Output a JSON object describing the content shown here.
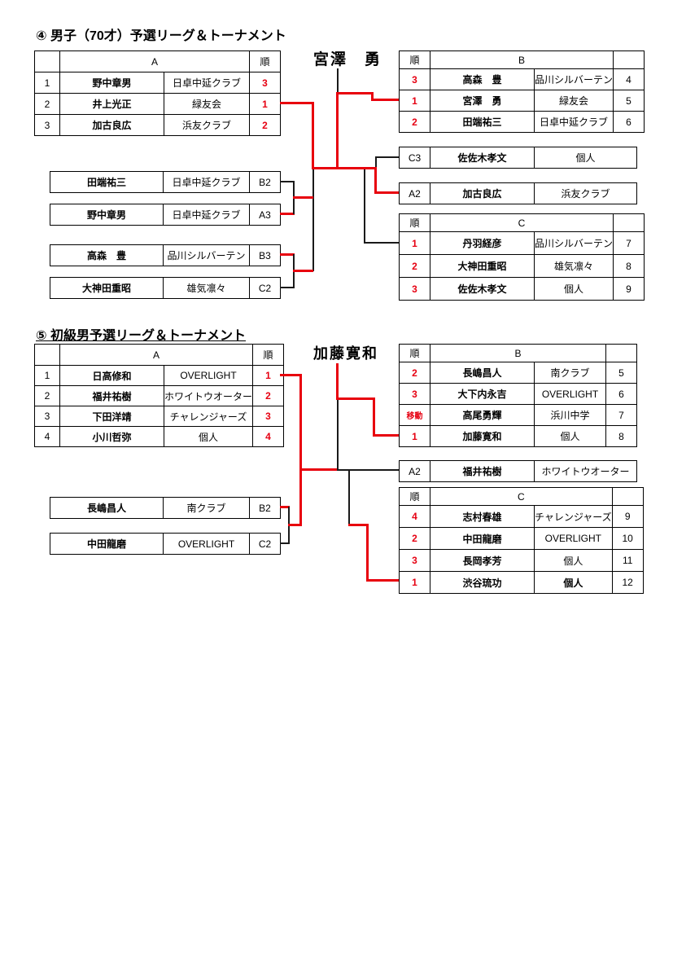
{
  "s4": {
    "title": "④ 男子（70才）予選リーグ＆トーナメント",
    "champion": "宮澤　勇",
    "a": {
      "h": {
        "n": "",
        "g": "A",
        "r": "順"
      },
      "rows": [
        {
          "n": "1",
          "name": "野中章男",
          "club": "日卓中延クラブ",
          "r": "3"
        },
        {
          "n": "2",
          "name": "井上光正",
          "club": "緑友会",
          "r": "1"
        },
        {
          "n": "3",
          "name": "加古良広",
          "club": "浜友クラブ",
          "r": "2"
        }
      ]
    },
    "boxesL": [
      {
        "name": "田端祐三",
        "club": "日卓中延クラブ",
        "seed": "B2"
      },
      {
        "name": "野中章男",
        "club": "日卓中延クラブ",
        "seed": "A3"
      },
      {
        "name": "高森　豊",
        "club": "品川シルバーテン",
        "seed": "B3"
      },
      {
        "name": "大神田重昭",
        "club": "雄気凛々",
        "seed": "C2"
      }
    ],
    "b": {
      "h": {
        "r": "順",
        "g": "B",
        "n": ""
      },
      "rows": [
        {
          "r": "3",
          "name": "高森　豊",
          "club": "品川シルバーテン",
          "n": "4"
        },
        {
          "r": "1",
          "name": "宮澤　勇",
          "club": "緑友会",
          "n": "5"
        },
        {
          "r": "2",
          "name": "田端祐三",
          "club": "日卓中延クラブ",
          "n": "6"
        }
      ]
    },
    "boxesR": [
      {
        "seed": "C3",
        "name": "佐佐木孝文",
        "club": "個人"
      },
      {
        "seed": "A2",
        "name": "加古良広",
        "club": "浜友クラブ"
      }
    ],
    "c": {
      "h": {
        "r": "順",
        "g": "C",
        "n": ""
      },
      "rows": [
        {
          "r": "1",
          "name": "丹羽経彦",
          "club": "品川シルバーテン",
          "n": "7"
        },
        {
          "r": "2",
          "name": "大神田重昭",
          "club": "雄気凛々",
          "n": "8"
        },
        {
          "r": "3",
          "name": "佐佐木孝文",
          "club": "個人",
          "n": "9"
        }
      ]
    }
  },
  "s5": {
    "title": "⑤ 初級男予選リーグ＆トーナメント",
    "champion": "加藤寛和",
    "a": {
      "h": {
        "n": "",
        "g": "A",
        "r": "順"
      },
      "rows": [
        {
          "n": "1",
          "name": "日高修和",
          "club": "OVERLIGHT",
          "r": "1"
        },
        {
          "n": "2",
          "name": "福井祐樹",
          "club": "ホワイトウオーター",
          "r": "2"
        },
        {
          "n": "3",
          "name": "下田洋靖",
          "club": "チャレンジャーズ",
          "r": "3"
        },
        {
          "n": "4",
          "name": "小川哲弥",
          "club": "個人",
          "r": "4"
        }
      ]
    },
    "boxesL": [
      {
        "name": "長嶋昌人",
        "club": "南クラブ",
        "seed": "B2"
      },
      {
        "name": "中田龍磨",
        "club": "OVERLIGHT",
        "seed": "C2"
      }
    ],
    "b": {
      "h": {
        "r": "順",
        "g": "B",
        "n": ""
      },
      "rows": [
        {
          "r": "2",
          "name": "長嶋昌人",
          "club": "南クラブ",
          "n": "5"
        },
        {
          "r": "3",
          "name": "大下内永吉",
          "club": "OVERLIGHT",
          "n": "6"
        },
        {
          "r": "移動",
          "name": "高尾勇輝",
          "club": "浜川中学",
          "n": "7"
        },
        {
          "r": "1",
          "name": "加藤寛和",
          "club": "個人",
          "n": "8"
        }
      ]
    },
    "boxesR": [
      {
        "seed": "A2",
        "name": "福井祐樹",
        "club": "ホワイトウオーター"
      }
    ],
    "c": {
      "h": {
        "r": "順",
        "g": "C",
        "n": ""
      },
      "rows": [
        {
          "r": "4",
          "name": "志村春雄",
          "club": "チャレンジャーズ",
          "n": "9"
        },
        {
          "r": "2",
          "name": "中田龍磨",
          "club": "OVERLIGHT",
          "n": "10"
        },
        {
          "r": "3",
          "name": "長岡孝芳",
          "club": "個人",
          "n": "11"
        },
        {
          "r": "1",
          "name": "渋谷琉功",
          "club": "個人",
          "n": "12"
        }
      ]
    }
  }
}
